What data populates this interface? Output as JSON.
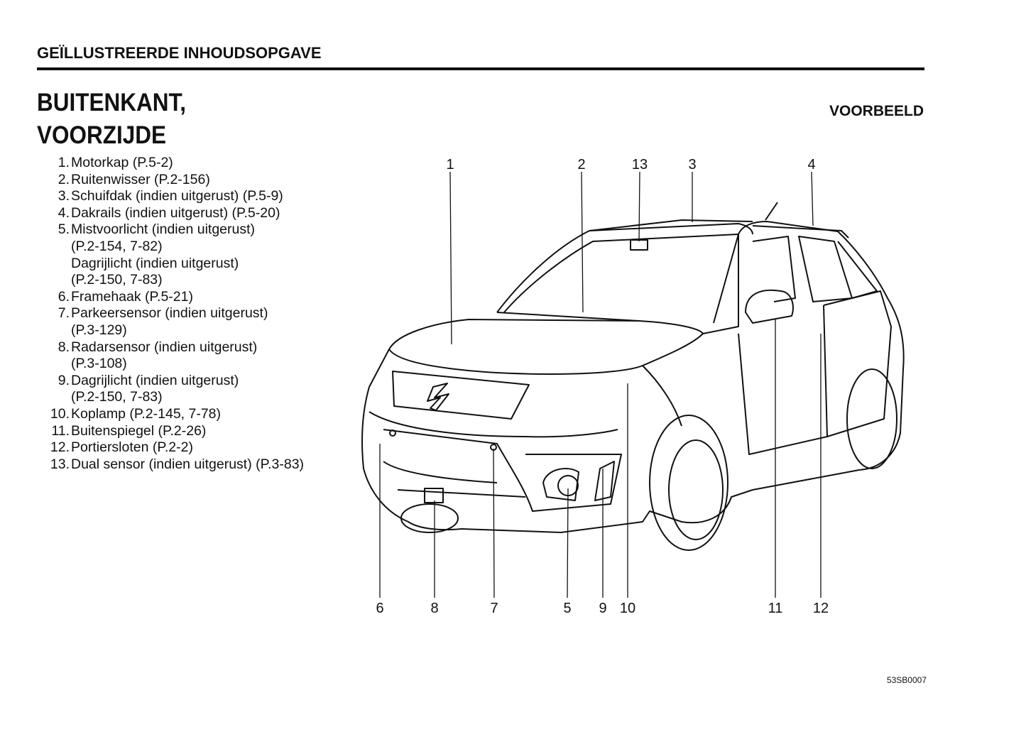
{
  "header": "GEÏLLUSTREERDE INHOUDSOPGAVE",
  "title_line1": "BUITENKANT,",
  "title_line2": "VOORZIJDE",
  "example_label": "VOORBEELD",
  "items": [
    {
      "num": "1.",
      "text": "Motorkap (P.5-2)",
      "sub": []
    },
    {
      "num": "2.",
      "text": "Ruitenwisser (P.2-156)",
      "sub": []
    },
    {
      "num": "3.",
      "text": "Schuifdak (indien uitgerust) (P.5-9)",
      "sub": []
    },
    {
      "num": "4.",
      "text": "Dakrails (indien uitgerust) (P.5-20)",
      "sub": []
    },
    {
      "num": "5.",
      "text": "Mistvoorlicht (indien uitgerust)",
      "sub": [
        "(P.2-154, 7-82)",
        "Dagrijlicht (indien uitgerust)",
        "(P.2-150, 7-83)"
      ]
    },
    {
      "num": "6.",
      "text": "Framehaak (P.5-21)",
      "sub": []
    },
    {
      "num": "7.",
      "text": "Parkeersensor (indien uitgerust)",
      "sub": [
        "(P.3-129)"
      ]
    },
    {
      "num": "8.",
      "text": "Radarsensor (indien uitgerust)",
      "sub": [
        "(P.3-108)"
      ]
    },
    {
      "num": "9.",
      "text": "Dagrijlicht (indien uitgerust)",
      "sub": [
        "(P.2-150, 7-83)"
      ]
    },
    {
      "num": "10.",
      "text": "Koplamp (P.2-145, 7-78)",
      "sub": []
    },
    {
      "num": "11.",
      "text": "Buitenspiegel (P.2-26)",
      "sub": []
    },
    {
      "num": "12.",
      "text": "Portiersloten (P.2-2)",
      "sub": []
    },
    {
      "num": "13.",
      "text": "Dual sensor (indien uitgerust) (P.3-83)",
      "sub": []
    }
  ],
  "callouts": {
    "c1": "1",
    "c2": "2",
    "c13": "13",
    "c3": "3",
    "c4": "4",
    "c6": "6",
    "c8": "8",
    "c7": "7",
    "c5": "5",
    "c9": "9",
    "c10": "10",
    "c11": "11",
    "c12": "12"
  },
  "figure_code": "53SB0007"
}
